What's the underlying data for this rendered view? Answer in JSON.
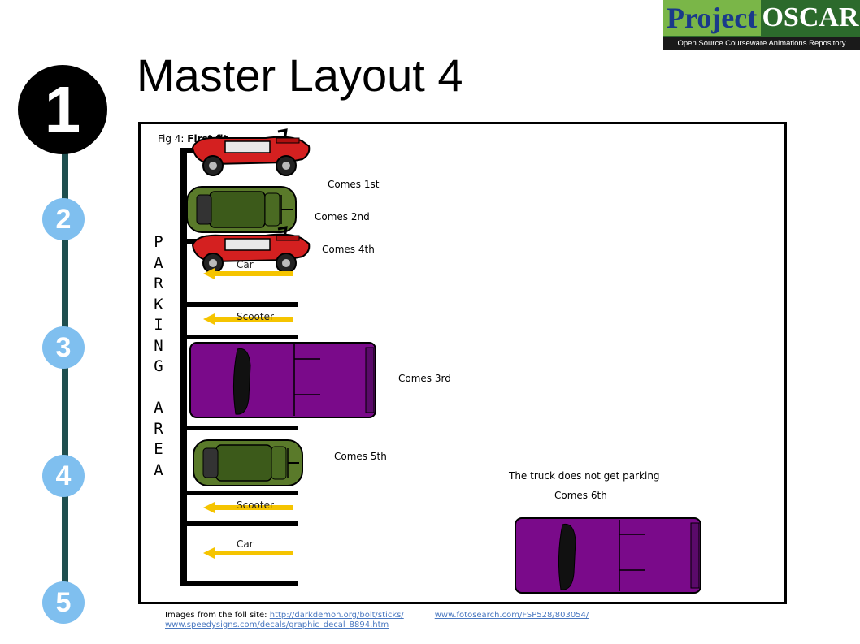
{
  "title": "Master Layout 4",
  "logo": {
    "word1": "Project",
    "word2": "OSCAR",
    "tagline": "Open Source Courseware Animations Repository"
  },
  "steps": {
    "active": "1",
    "items": [
      "2",
      "3",
      "4",
      "5"
    ]
  },
  "figure": {
    "caption_prefix": "Fig 4: ",
    "caption_bold": "First fit",
    "parking_label_letters": [
      "P",
      "A",
      "R",
      "K",
      "I",
      "N",
      "G",
      "",
      "A",
      "R",
      "E",
      "A"
    ],
    "slot_labels": {
      "slot3": "Car",
      "slot4": "Scooter",
      "slot7": "Scooter",
      "slot8": "Car"
    },
    "arrivals": {
      "first": "Comes 1st",
      "second": "Comes 2nd",
      "fourth": "Comes 4th",
      "third": "Comes 3rd",
      "fifth": "Comes 5th",
      "sixth": "Comes 6th"
    },
    "truck_note": "The truck does not get parking"
  },
  "footer": {
    "prefix": "Images from the foll site: ",
    "link1": "http://darkdemon.org/bolt/sticks/",
    "link2": "www.fotosearch.com/FSP528/803054/",
    "link3": "www.speedysigns.com/decals/graphic_decal_8894.htm"
  },
  "colors": {
    "step_circle": "#7fbfef",
    "step_line": "#1f4f4f",
    "arrow": "#f5c400",
    "scooter": "#d42020",
    "car": "#5a7a2a",
    "truck": "#7a0a8a"
  }
}
